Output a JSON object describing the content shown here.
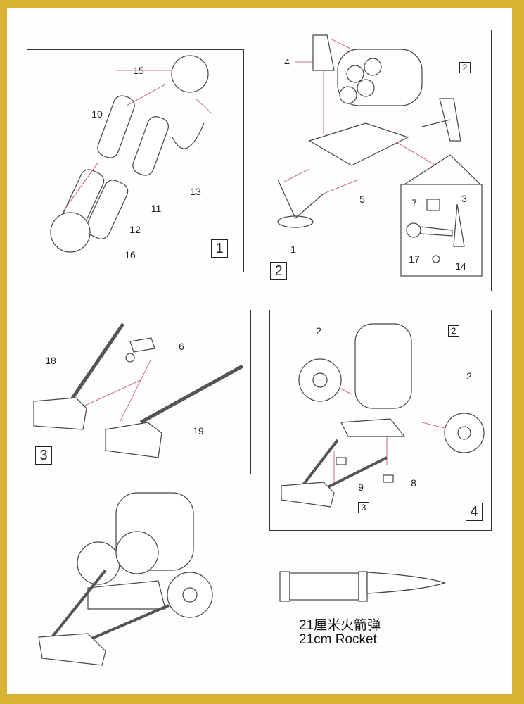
{
  "panels": [
    {
      "step": "1",
      "labels": [
        "15",
        "10",
        "13",
        "11",
        "12",
        "16"
      ]
    },
    {
      "step": "2",
      "labels": [
        "4",
        "5",
        "1",
        "7",
        "3",
        "17",
        "14"
      ],
      "ref_box": "2"
    },
    {
      "step": "3",
      "labels": [
        "18",
        "6",
        "19"
      ]
    },
    {
      "step": "4",
      "labels": [
        "2",
        "2",
        "9",
        "8"
      ],
      "ref_boxes": [
        "2",
        "3"
      ]
    }
  ],
  "caption": {
    "chinese": "21厘米火箭弹",
    "english": "21cm Rocket"
  },
  "colors": {
    "border": "#d9b233",
    "leader": "#c04080"
  }
}
